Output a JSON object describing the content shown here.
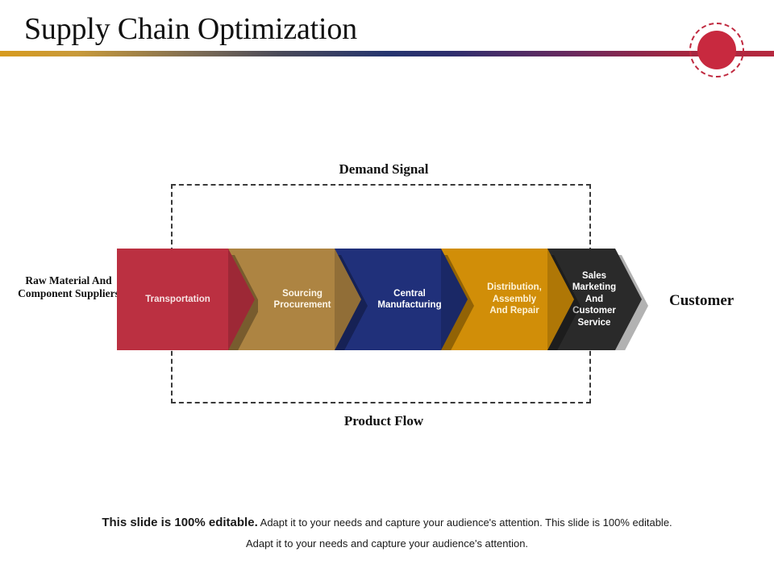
{
  "slide": {
    "title": "Supply Chain Optimization",
    "accent_gradient_from": "#d79b1e",
    "accent_gradient_mid": "#26356f",
    "accent_gradient_to": "#b6293f",
    "badge_color": "#c8293f"
  },
  "diagram": {
    "top_label": "Demand Signal",
    "bottom_label": "Product Flow",
    "left_label": "Raw Material And Component Suppliers",
    "right_label": "Customer",
    "stages": [
      {
        "id": "transportation",
        "label": "Transportation",
        "fill": "#bb3041",
        "shadow": "#8d2331",
        "text_color": "#f7e4e4"
      },
      {
        "id": "sourcing-procurement",
        "label": "Sourcing\nProcurement",
        "fill": "#ad8442",
        "shadow": "#7e5f2d",
        "text_color": "#fdf6e8"
      },
      {
        "id": "central-manufacturing",
        "label": "Central\nManufacturing",
        "fill": "#20307a",
        "shadow": "#14204f",
        "text_color": "#ffffff"
      },
      {
        "id": "distribution-assembly-repair",
        "label": "Distribution,\nAssembly\nAnd Repair",
        "fill": "#d18e08",
        "shadow": "#8d5f05",
        "text_color": "#fdf3d8"
      },
      {
        "id": "sales-marketing-customer-service",
        "label": "Sales\nMarketing\nAnd\nCustomer\nService",
        "fill": "#2a2a2a",
        "shadow": "#0d0d0d",
        "text_color": "#ffffff"
      }
    ]
  },
  "footer": {
    "bold_lead": "This slide is 100% editable.",
    "line_1_rest": " Adapt it to your needs and capture your audience's attention. This slide is 100% editable.",
    "line_2": "Adapt it to your needs and capture your audience's attention."
  }
}
